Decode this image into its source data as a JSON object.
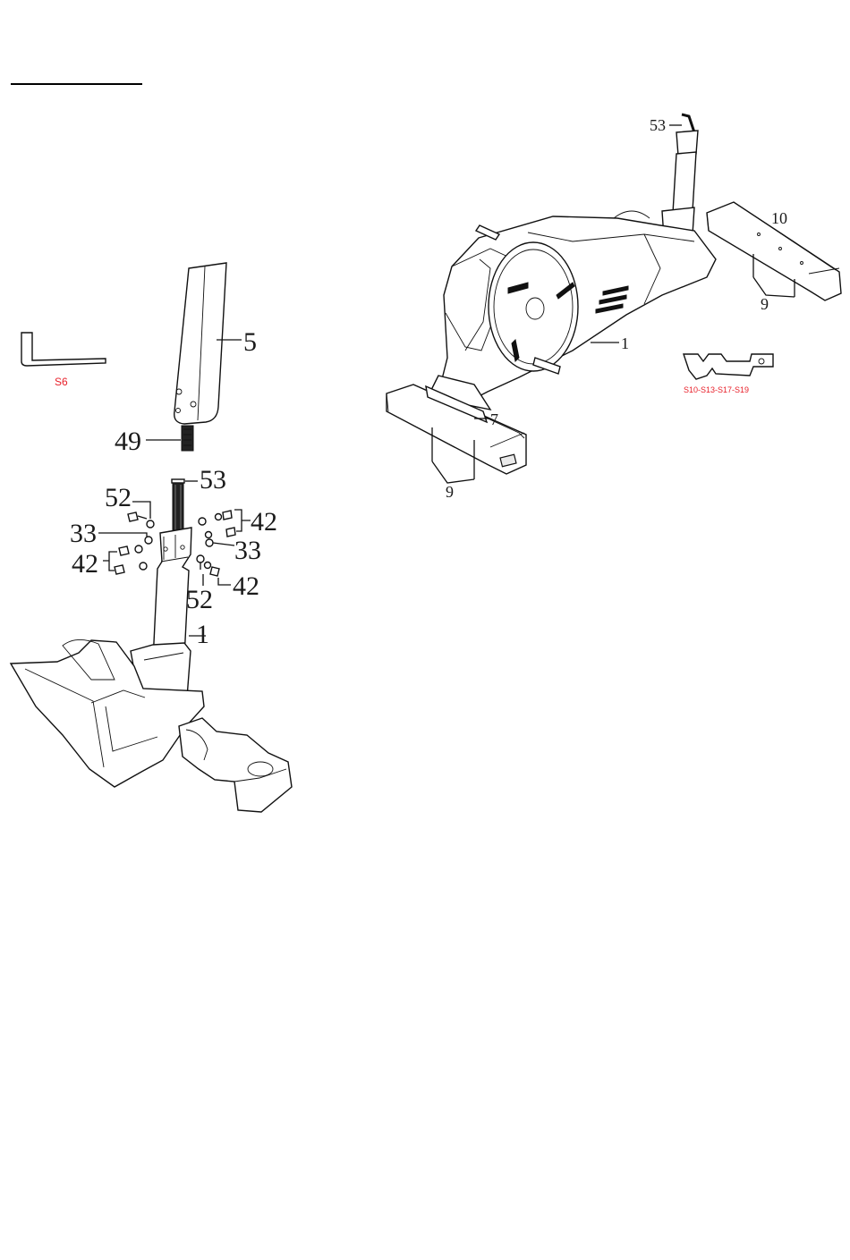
{
  "step_labels": {
    "left_assembly": {
      "handlebar_post": "5",
      "cable": "49",
      "sensor_wire": "53",
      "screw_upper_left": "52",
      "washer_left": "33",
      "bolts_right_upper": "42",
      "washer_right": "33",
      "bolts_left_lower": "42",
      "screw_lower": "52",
      "bolt_lower_right": "42",
      "main_frame": "1"
    },
    "right_assembly": {
      "sensor_wire": "53",
      "rear_stabilizer": "10",
      "rear_bolts": "9",
      "main_frame": "1",
      "front_stabilizer": "7",
      "front_bolts": "9"
    }
  },
  "tools": {
    "allen_key_label": "S6",
    "wrench_label": "S10-S13-S17-S19",
    "tool_label_color": "#e8202a"
  }
}
